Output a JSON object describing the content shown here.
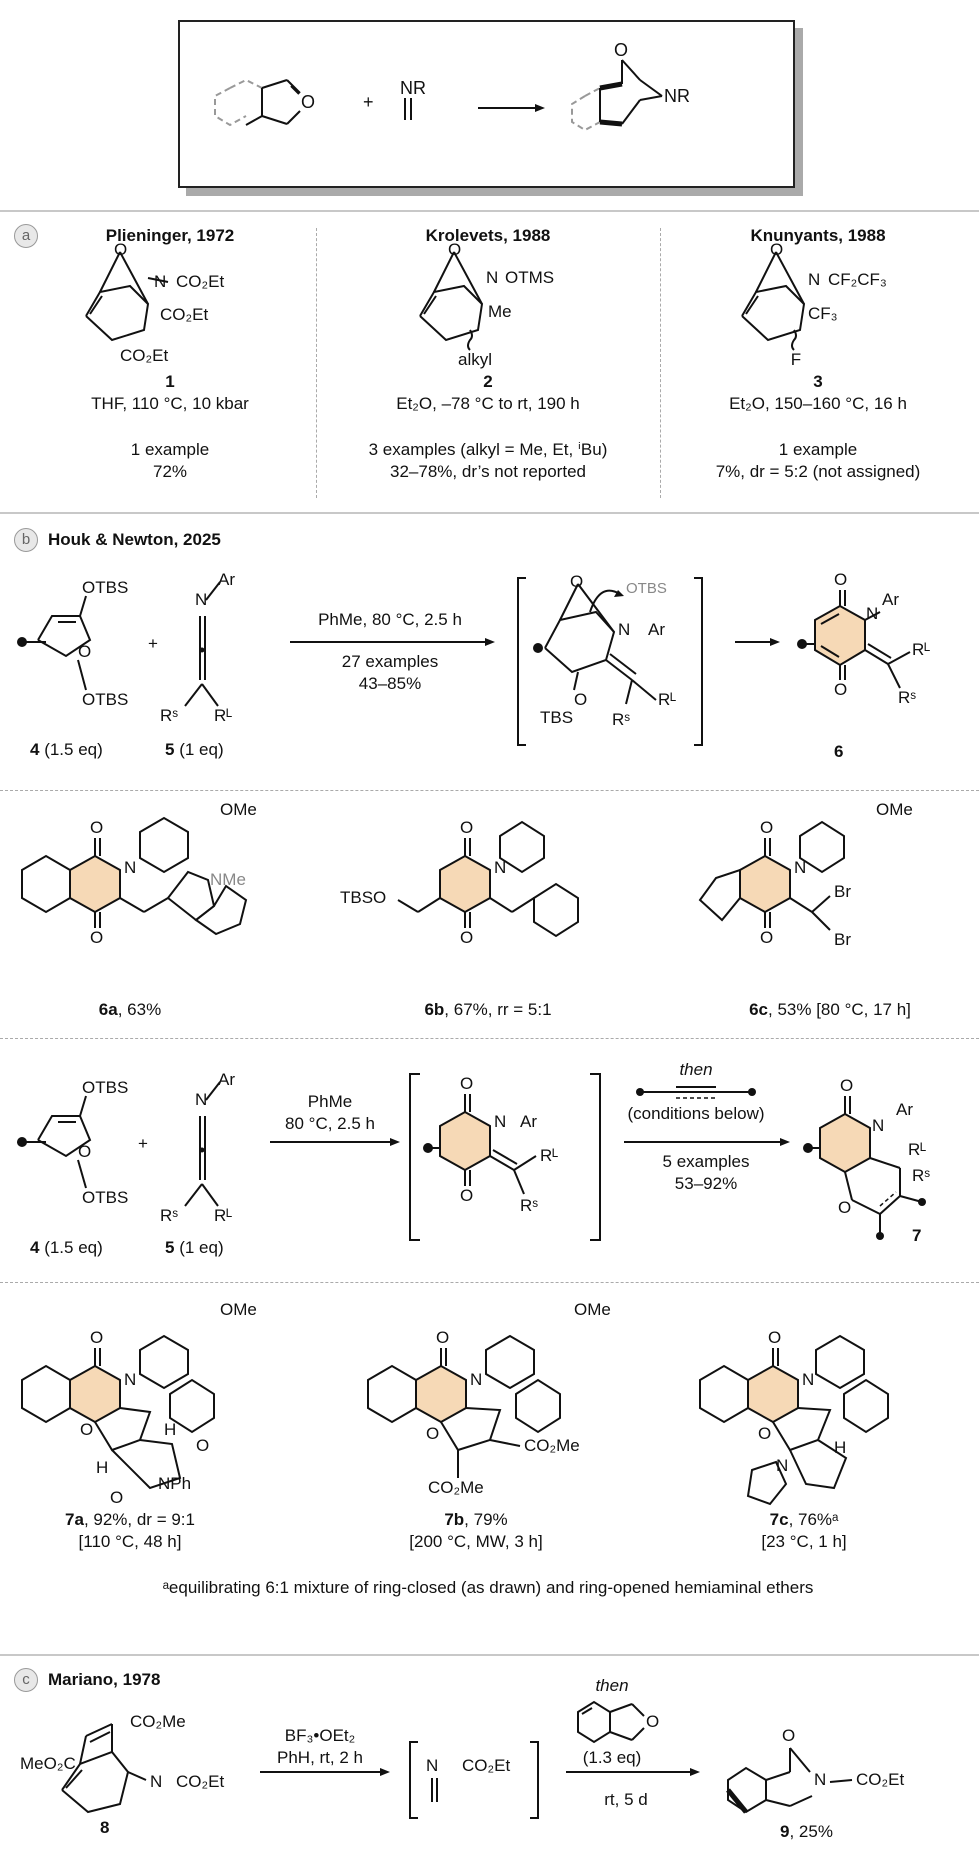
{
  "top": {
    "n": "NR",
    "p": "+",
    "prod_o": "O",
    "prod_nr": "NR",
    "ring_o": "O"
  },
  "a": {
    "letter": "a",
    "c1": {
      "title": "Plieninger, 1972",
      "sub": [
        "O",
        "N",
        "CO₂Et",
        "CO₂Et",
        "CO₂Et"
      ],
      "num": "1",
      "cond": "THF, 110 °C, 10 kbar",
      "ex": "1 example",
      "yield": "72%"
    },
    "c2": {
      "title": "Krolevets, 1988",
      "sub": [
        "O",
        "N",
        "OTMS",
        "Me",
        "alkyl"
      ],
      "num": "2",
      "cond": "Et₂O, –78 °C to rt, 190 h",
      "ex": "3 examples (alkyl = Me, Et, ⁱBu)",
      "yield": "32–78%, dr’s not reported"
    },
    "c3": {
      "title": "Knunyants, 1988",
      "sub": [
        "O",
        "N",
        "CF₂CF₃",
        "CF₃",
        "F"
      ],
      "num": "3",
      "cond": "Et₂O, 150–160 °C, 16 h",
      "ex": "1 example",
      "yield": "7%, dr = 5:2 (not assigned)"
    }
  },
  "b": {
    "letter": "b",
    "title": "Houk & Newton, 2025",
    "r1": {
      "otbs1": "OTBS",
      "otbs2": "OTBS",
      "o": "O",
      "plus": "+",
      "n": "N",
      "ar": "Ar",
      "rs": "Rˢ",
      "rl": "Rᴸ",
      "l4": "4",
      "l4b": " (1.5 eq)",
      "l5": "5",
      "l5b": " (1 eq)",
      "cond1": "PhMe, 80 °C, 2.5 h",
      "cond2": "27 examples",
      "cond3": "43–85%",
      "int_o": "O",
      "int_otbs": "OTBS",
      "int_n": "N",
      "int_ar": "Ar",
      "int_o2": "O",
      "int_tbs": "TBS",
      "int_rs": "Rˢ",
      "int_rl": "Rᴸ",
      "p_o1": "O",
      "p_n": "N",
      "p_ar": "Ar",
      "p_o2": "O",
      "p_rl": "Rᴸ",
      "p_rs": "Rˢ",
      "p_num": "6"
    },
    "ex6": [
      {
        "lab": "6a",
        "rest": ", 63%",
        "ome": "OMe",
        "o1": "O",
        "n": "N",
        "o2": "O",
        "nme": "NMe"
      },
      {
        "lab": "6b",
        "rest": ", 67%, rr = 5:1",
        "tbso": "TBSO",
        "o1": "O",
        "n": "N",
        "o2": "O"
      },
      {
        "lab": "6c",
        "rest": ", 53% [80 °C, 17 h]",
        "ome": "OMe",
        "o1": "O",
        "n": "N",
        "o2": "O",
        "br1": "Br",
        "br2": "Br"
      }
    ],
    "r2": {
      "cond1": "PhMe",
      "cond2": "80 °C, 2.5 h",
      "then": "then",
      "cb": "(conditions below)",
      "ex": "5 examples",
      "yield": "53–92%",
      "num": "7"
    },
    "ex7": [
      {
        "lab": "7a",
        "rest": ", 92%, dr = 9:1",
        "cond": "[110 °C, 48 h]",
        "ome": "OMe",
        "nph": "NPh",
        "h1": "H",
        "h2": "H"
      },
      {
        "lab": "7b",
        "rest": ", 79%",
        "cond": "[200 °C, MW, 3 h]",
        "ome": "OMe",
        "co2me1": "CO₂Me",
        "co2me2": "CO₂Me"
      },
      {
        "lab": "7c",
        "rest": ", 76%ᵃ",
        "cond": "[23 °C, 1 h]",
        "h": "H"
      }
    ],
    "foot": "ᵃequilibrating 6:1 mixture of ring-closed (as drawn) and ring-opened hemiaminal ethers"
  },
  "c": {
    "letter": "c",
    "title": "Mariano, 1978",
    "co2me1": "CO₂Me",
    "co2me2": "MeO₂C",
    "n": "N",
    "co2et": "CO₂Et",
    "num": "8",
    "cond1": "BF₃•OEt₂",
    "cond2": "PhH, rt, 2 h",
    "imine": "CO₂Et",
    "imn": "N",
    "then": "then",
    "o": "O",
    "eq": "(1.3 eq)",
    "cond3": "rt, 5 d",
    "p_o": "O",
    "p_n": "N",
    "p_co2et": "CO₂Et",
    "p_num": "9",
    "p_yield": ", 25%"
  }
}
